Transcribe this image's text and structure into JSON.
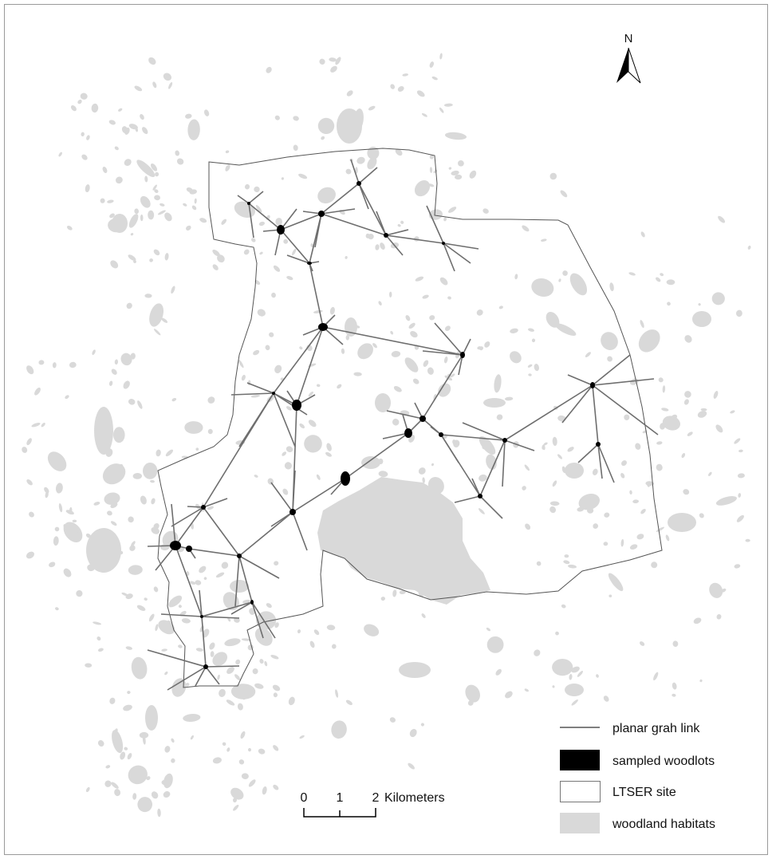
{
  "north_arrow": {
    "label": "N"
  },
  "scale_bar": {
    "ticks": [
      "0",
      "1",
      "2"
    ],
    "unit": "Kilometers"
  },
  "legend": {
    "items": [
      {
        "label": "planar grah link",
        "symbol": "line"
      },
      {
        "label": "sampled woodlots",
        "symbol": "black-fill"
      },
      {
        "label": "LTSER site",
        "symbol": "white-outline"
      },
      {
        "label": "woodland habitats",
        "symbol": "grey-fill"
      }
    ]
  },
  "colors": {
    "woodland": "#d9d9d9",
    "sampled": "#000000",
    "boundary": "#555555",
    "link": "#6e6e6e"
  }
}
